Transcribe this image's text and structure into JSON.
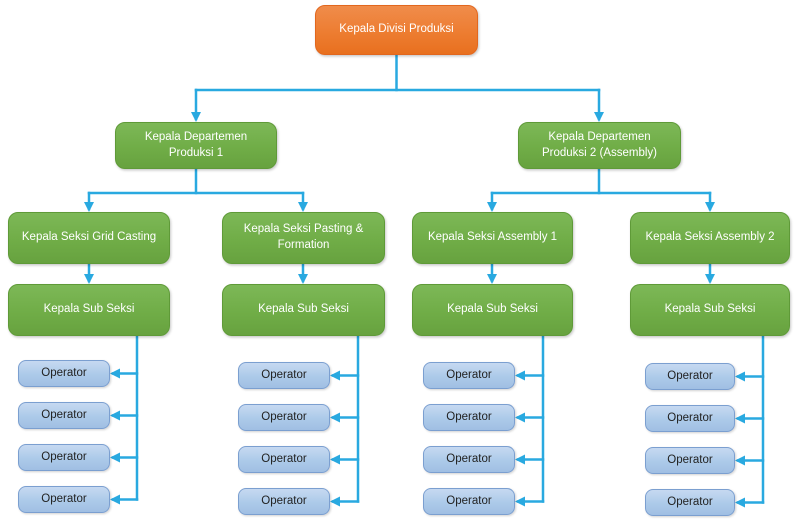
{
  "diagram": {
    "type": "org-chart",
    "root": {
      "label": "Kepala Divisi Produksi"
    },
    "departments": [
      {
        "label": "Kepala Departemen Produksi 1"
      },
      {
        "label": "Kepala Departemen Produksi 2 (Assembly)"
      }
    ],
    "sections": [
      {
        "section_head": "Kepala Seksi Grid Casting",
        "sub_head": "Kepala Sub Seksi",
        "operators": [
          "Operator",
          "Operator",
          "Operator",
          "Operator"
        ]
      },
      {
        "section_head": "Kepala Seksi Pasting & Formation",
        "sub_head": "Kepala Sub Seksi",
        "operators": [
          "Operator",
          "Operator",
          "Operator",
          "Operator"
        ]
      },
      {
        "section_head": "Kepala Seksi Assembly 1",
        "sub_head": "Kepala Sub Seksi",
        "operators": [
          "Operator",
          "Operator",
          "Operator",
          "Operator"
        ]
      },
      {
        "section_head": "Kepala Seksi Assembly 2",
        "sub_head": "Kepala Sub Seksi",
        "operators": [
          "Operator",
          "Operator",
          "Operator",
          "Operator"
        ]
      }
    ],
    "colors": {
      "root_fill": "#ED7D31",
      "root_border": "#E2671E",
      "manager_fill": "#70AD47",
      "manager_border": "#5F9A38",
      "operator_fill": "#ACCAE9",
      "operator_border": "#7B9FD0",
      "connector": "#29A9E0",
      "text_on_fill": "#FFFFFF",
      "operator_text": "#222222",
      "background": "#FFFFFF"
    }
  }
}
